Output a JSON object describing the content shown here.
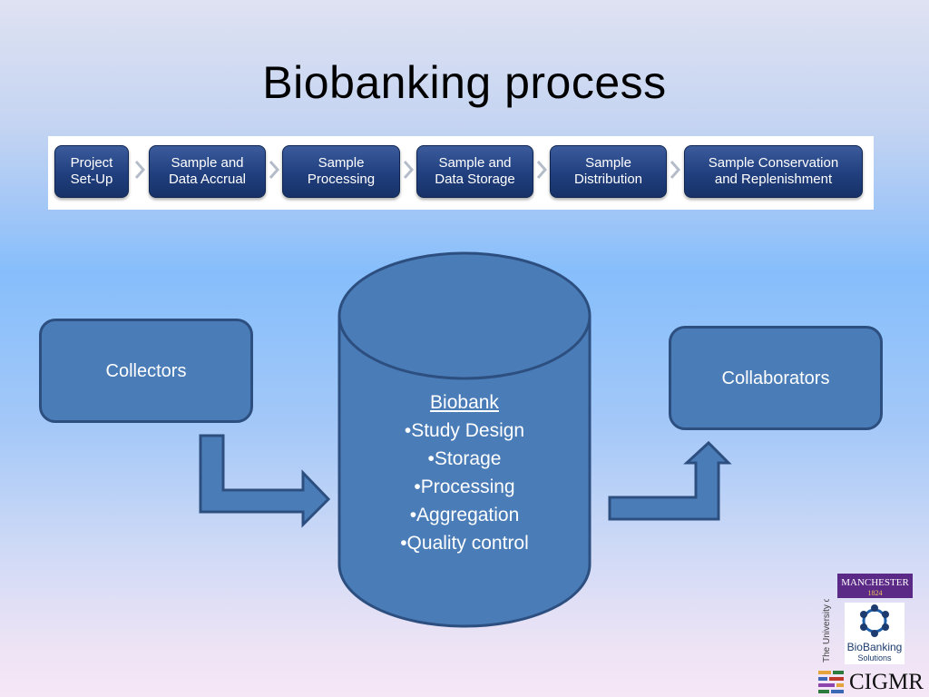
{
  "title": "Biobanking process",
  "process_steps": [
    {
      "label": "Project\nSet-Up"
    },
    {
      "label": "Sample and\nData Accrual"
    },
    {
      "label": "Sample\nProcessing"
    },
    {
      "label": "Sample and\nData Storage"
    },
    {
      "label": "Sample\nDistribution"
    },
    {
      "label": "Sample Conservation\nand Replenishment"
    }
  ],
  "collectors": {
    "label": "Collectors"
  },
  "collaborators": {
    "label": "Collaborators"
  },
  "biobank": {
    "heading": "Biobank",
    "items": [
      "•Study Design",
      "•Storage",
      "•Processing",
      "•Aggregation",
      "•Quality control"
    ]
  },
  "logos": {
    "manchester": {
      "name": "MANCHESTER",
      "year": "1824"
    },
    "university": "The University of Manchester",
    "biobanking_solutions": {
      "line1": "BioBanking",
      "line2": "Solutions"
    },
    "cigmr": "CIGMR"
  },
  "colors": {
    "shape_fill": "#4a7cb8",
    "shape_border": "#2d4f80",
    "step_fill": "#213f7e",
    "manchester_purple": "#5b2a86"
  }
}
